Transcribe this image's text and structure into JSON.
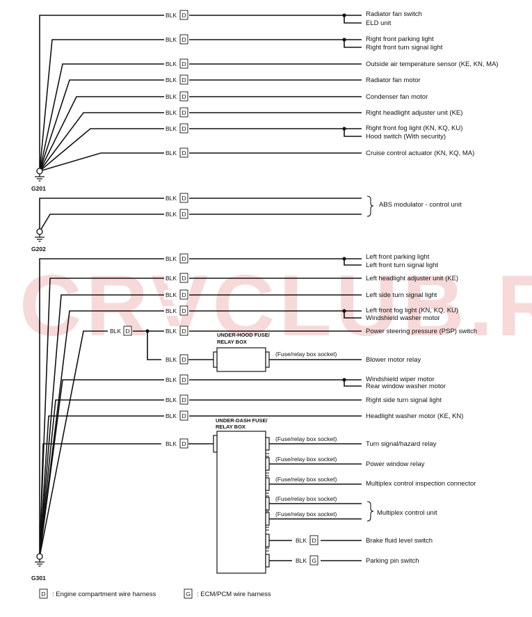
{
  "watermark": "CRVCLUB.RU",
  "ground_names": {
    "g201": "G201",
    "g202": "G202",
    "g301": "G301"
  },
  "wire": "BLK",
  "connector": {
    "engine": "D",
    "ecm": "G"
  },
  "g201_components": [
    "Radiator fan switch",
    "ELD unit",
    "Right front parking light",
    "Right front turn signal light",
    "Outside air temperature sensor (KE, KN, MA)",
    "Radiator fan motor",
    "Condenser fan motor",
    "Right headlight adjuster unit (KE)",
    "Right front fog light (KN, KQ, KU)",
    "Hood switch (With security)",
    "Cruise control actuator (KN, KQ, MA)"
  ],
  "g202_components": [
    "ABS modulator - control unit"
  ],
  "g301_components": [
    "Left front parking light",
    "Left front turn signal light",
    "Left headlight adjuster unit (KE)",
    "Left side turn signal light",
    "Left front fog light (KN, KQ, KU)",
    "Windshield washer motor",
    "Power steering pressure (PSP) switch",
    "Blower motor relay",
    "Windshield wiper motor",
    "Rear window washer motor",
    "Right side turn signal light",
    "Headlight washer motor (KE, KN)",
    "Turn signal/hazard relay",
    "Power window relay",
    "Multiplex control inspection connector",
    "Multiplex control unit",
    "Brake fluid level switch",
    "Parking pin switch"
  ],
  "boxes": {
    "under_hood_line1": "UNDER-HOOD FUSE/",
    "under_hood_line2": "RELAY BOX",
    "under_dash_line1": "UNDER-DASH FUSE/",
    "under_dash_line2": "RELAY BOX"
  },
  "socket_label": "(Fuse/relay box socket)",
  "legend": {
    "engine": ": Engine compartment wire harness",
    "ecm": ": ECM/PCM wire harness"
  },
  "colors": {
    "ink": "#111111",
    "watermark": "#f7d9d9"
  }
}
